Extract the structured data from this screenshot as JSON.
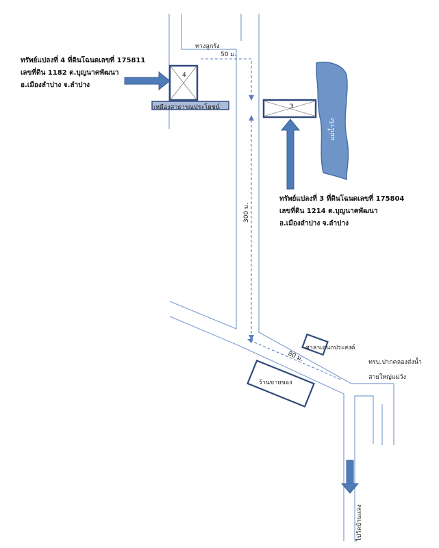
{
  "labels": {
    "road_north": "ทางลูกรัง",
    "dist_50": "50 ม.",
    "dist_300": "300 ม.",
    "dist_80": "80 ม.",
    "plot4_number": "4",
    "plot3_number": "3",
    "public_land": "เหมืองสาธารณประโยชน์",
    "river": "แม่น้ำวัง",
    "shrine": "ศาลาเอนกประสงค์",
    "shop": "ร้านขายของ",
    "police_line1": "ทรบ.ปากคลองส่งน้ำ",
    "police_line2": "สายใหญ่แม่วัง",
    "to_destination": "ไปวัดบ้านแลง"
  },
  "plot4_info": {
    "line1": "ทรัพย์แปลงที่ 4 ที่ดินโฉนดเลขที่  175811",
    "line2": "เลขที่ดิน  1182  ต.บุญนาคพัฒนา",
    "line3": "อ.เมืองลำปาง  จ.ลำปาง"
  },
  "plot3_info": {
    "line1": "ทรัพย์แปลงที่ 3 ที่ดินโฉนดเลขที่  175804",
    "line2": "เลขที่ดิน  1214  ต.บุญนาคพัฒนา",
    "line3": "อ.เมืองลำปาง  จ.ลำปาง"
  },
  "colors": {
    "road": "#7f9fcf",
    "plot_border": "#2f4a7a",
    "river": "#6f95c8",
    "arrow": "#4f7bb8"
  }
}
